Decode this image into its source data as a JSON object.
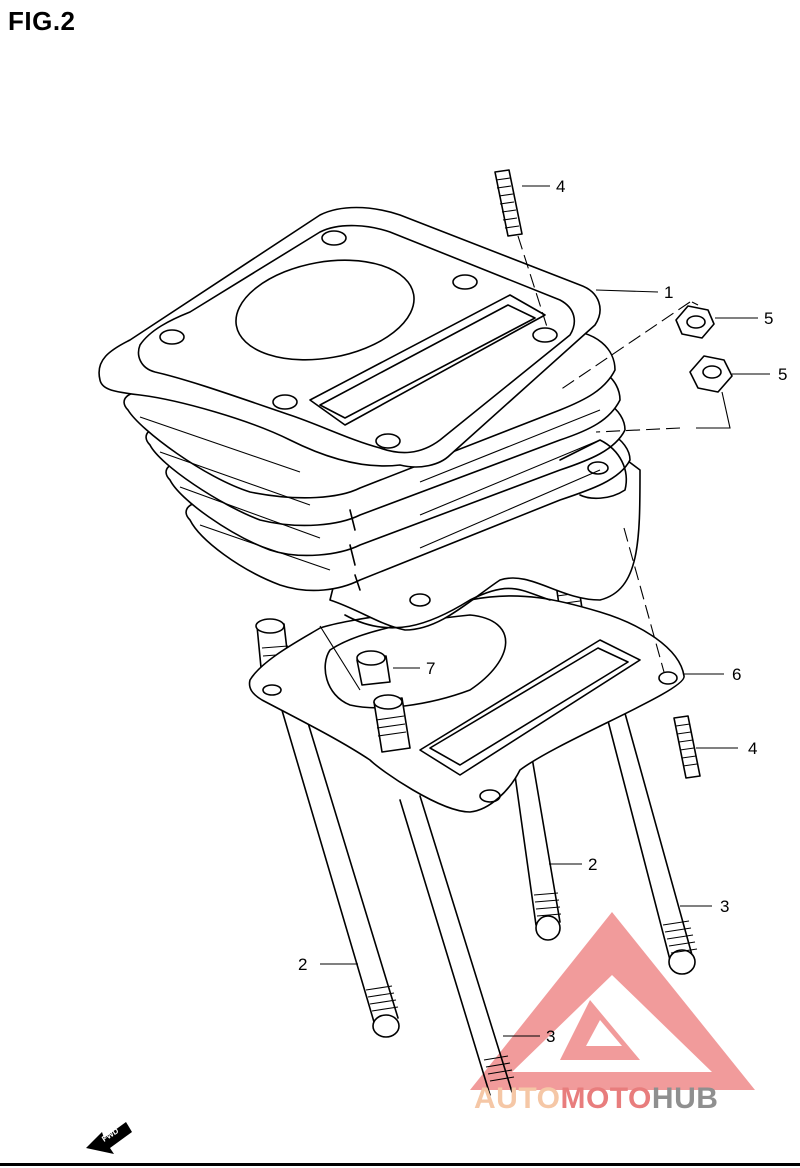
{
  "figure": {
    "title": "FIG.2"
  },
  "callouts": [
    {
      "part": "4",
      "label": "4"
    },
    {
      "part": "1",
      "label": "1"
    },
    {
      "part": "5a",
      "label": "5"
    },
    {
      "part": "5b",
      "label": "5"
    },
    {
      "part": "6",
      "label": "6"
    },
    {
      "part": "7",
      "label": "7"
    },
    {
      "part": "4b",
      "label": "4"
    },
    {
      "part": "2a",
      "label": "2"
    },
    {
      "part": "3a",
      "label": "3"
    },
    {
      "part": "2b",
      "label": "2"
    },
    {
      "part": "3b",
      "label": "3"
    }
  ],
  "fwd_badge": {
    "label": "FWD"
  },
  "watermark": {
    "part1": "AUTO",
    "part2": "MOTO",
    "part3": "HUB"
  },
  "colors": {
    "line": "#000000",
    "watermark_red": "#e87d7d",
    "watermark_peach": "#f5c7a6",
    "watermark_gray": "#8f8f8f"
  }
}
